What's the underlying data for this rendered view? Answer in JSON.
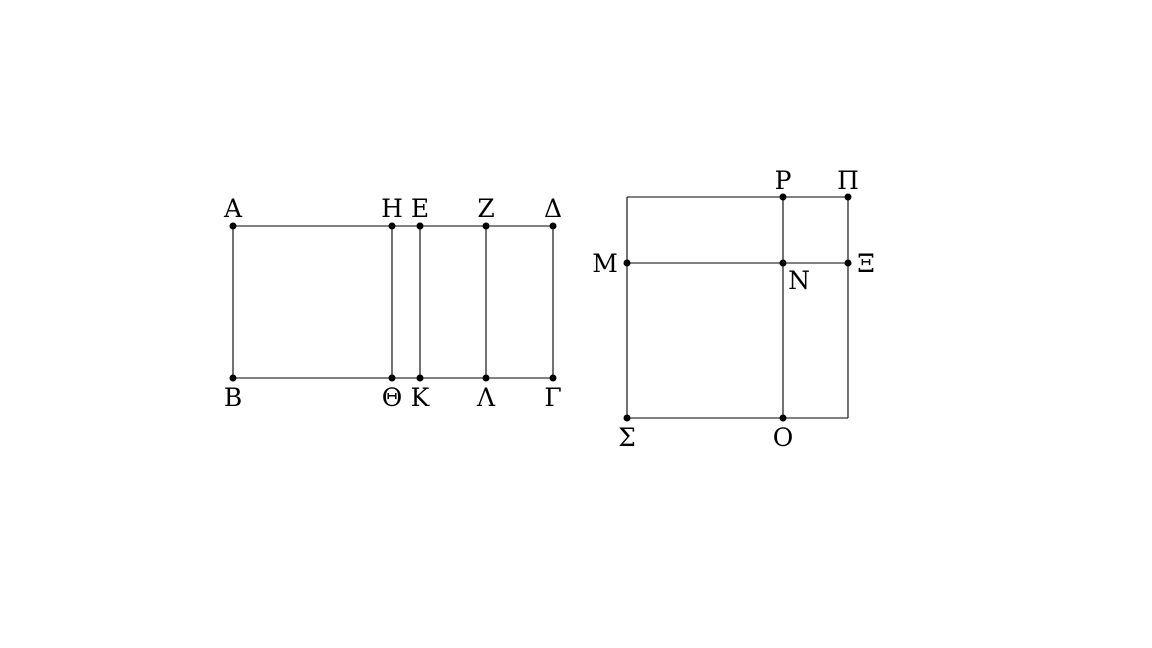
{
  "figure_left": {
    "points": {
      "A": "Α",
      "H": "Η",
      "E": "Ε",
      "Z": "Ζ",
      "D": "Δ",
      "B": "Β",
      "Th": "Θ",
      "K": "Κ",
      "L": "Λ",
      "G": "Γ"
    }
  },
  "figure_right": {
    "points": {
      "P": "Ρ",
      "Pi": "Π",
      "M": "Μ",
      "N": "Ν",
      "Xi": "Ξ",
      "S": "Σ",
      "O": "Ο"
    }
  },
  "colors": {
    "ink": "#000000",
    "background": "#ffffff"
  }
}
